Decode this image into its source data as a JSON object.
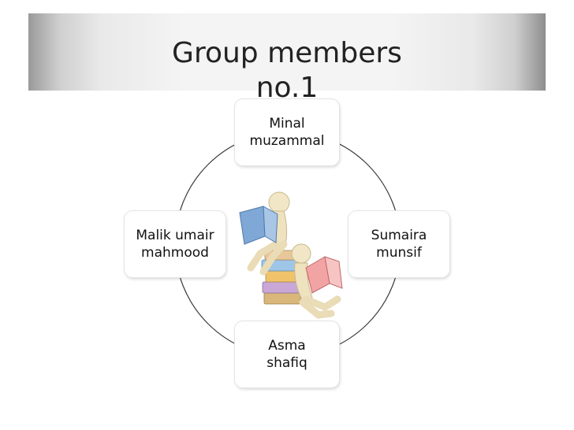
{
  "title": {
    "line1": "Group members",
    "line2": "no.1"
  },
  "members": [
    {
      "first": "Minal",
      "last": "muzammal"
    },
    {
      "first": "Sumaira",
      "last": "munsif"
    },
    {
      "first": "Asma",
      "last": "shafiq"
    },
    {
      "first": "Malik umair",
      "last": "mahmood"
    }
  ],
  "colors": {
    "ring": "#3a3a3a",
    "title_text": "#222222"
  },
  "center_image": "reading-figures-with-books-illustration"
}
